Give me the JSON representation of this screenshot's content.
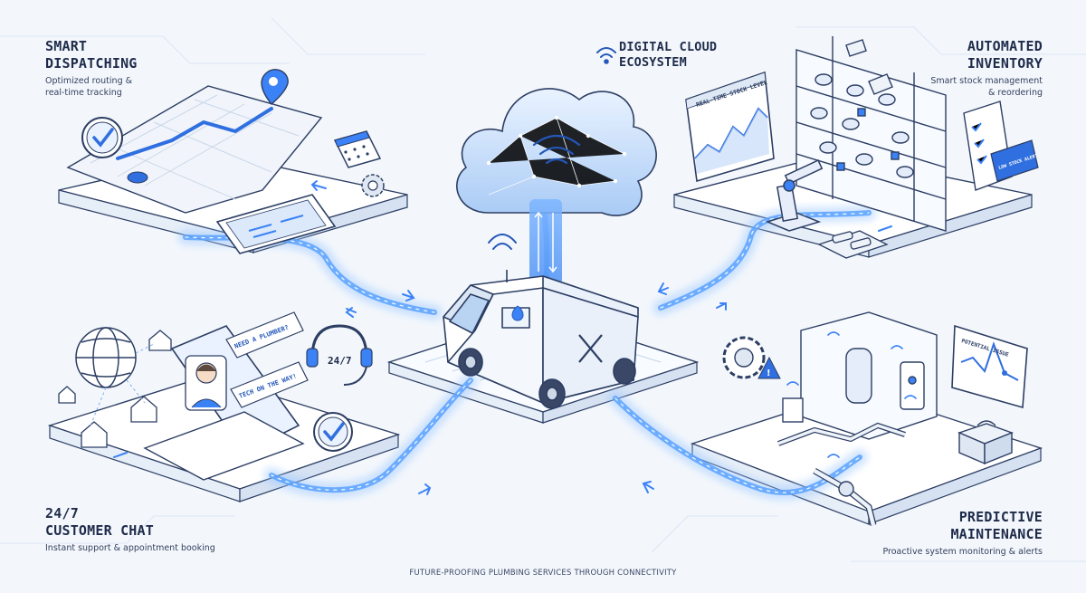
{
  "center": {
    "title_line1": "DIGITAL CLOUD",
    "title_line2": "ECOSYSTEM"
  },
  "panels": {
    "dispatching": {
      "title_line1": "SMART",
      "title_line2": "DISPATCHING",
      "subtitle_line1": "Optimized routing &",
      "subtitle_line2": "real-time tracking"
    },
    "inventory": {
      "title_line1": "AUTOMATED",
      "title_line2": "INVENTORY",
      "subtitle_line1": "Smart stock management",
      "subtitle_line2": "& reordering",
      "chart_label": "REAL-TIME STOCK LEVEL",
      "tag_label": "LOW STOCK ALERT"
    },
    "chat": {
      "title_line1": "24/7",
      "title_line2": "CUSTOMER CHAT",
      "subtitle": "Instant support & appointment booking",
      "bubble_1": "NEED A PLUMBER?",
      "bubble_2": "TECH ON THE WAY!",
      "support_label": "24/7"
    },
    "maintenance": {
      "title_line1": "PREDICTIVE",
      "title_line2": "MAINTENANCE",
      "subtitle": "Proactive system monitoring & alerts",
      "chart_label": "POTENTIAL ISSUE"
    }
  },
  "footer": "FUTURE-PROOFING PLUMBING SERVICES THROUGH CONNECTIVITY",
  "colors": {
    "accent": "#3b82f6",
    "flow": "#5aa2ff",
    "platform": "#ffffff",
    "line": "#2c3e63",
    "background": "#f3f7fc"
  }
}
